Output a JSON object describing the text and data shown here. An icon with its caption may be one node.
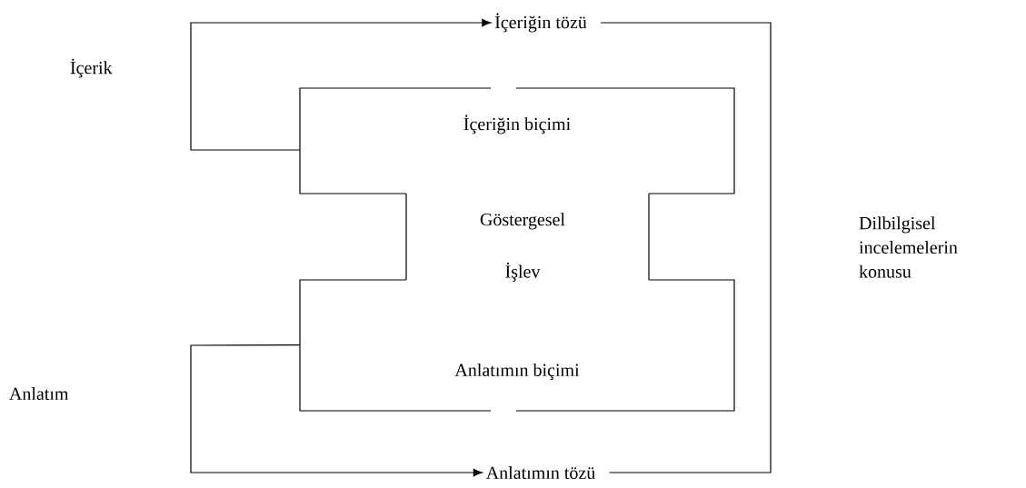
{
  "diagram": {
    "nodes": [
      {
        "text": [
          "İçeriğin tözü"
        ]
      },
      {
        "text": [
          "İçeriğin biçimi"
        ]
      },
      {
        "text": [
          "Göstergesel İşlev"
        ]
      },
      {
        "text": [
          "Anlatımın biçimi"
        ]
      },
      {
        "text": [
          "Anlatımın tözü"
        ]
      }
    ],
    "edges": [
      {
        "from": 1,
        "to": 0,
        "arrow": "to"
      },
      {
        "from": 3,
        "to": 4,
        "arrow": "to"
      },
      {
        "from": 0,
        "to": 4,
        "arrow": "none",
        "label": "Dilbilgisel incelemelerin konusu"
      }
    ],
    "labels": [
      "İçerik",
      "Anlatım"
    ]
  }
}
